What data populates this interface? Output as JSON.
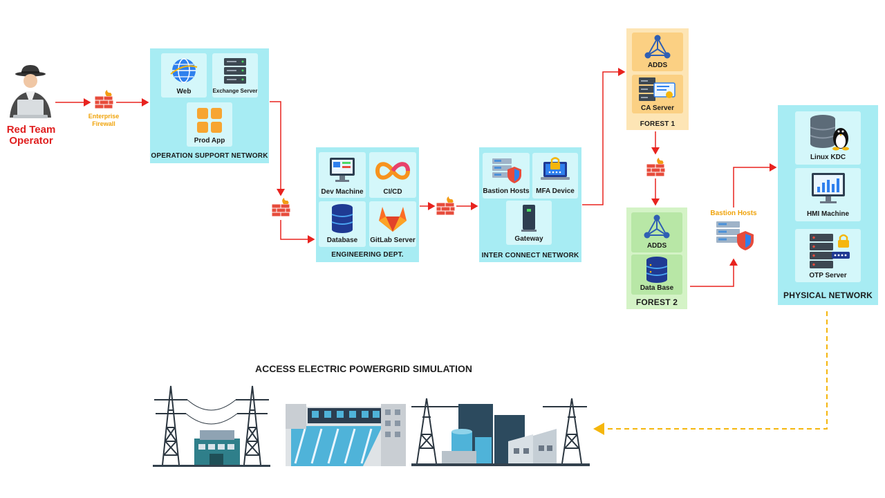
{
  "operator": {
    "label_line1": "Red Team",
    "label_line2": "Operator"
  },
  "enterprise_firewall": {
    "line1": "Enterprise",
    "line2": "Firewall"
  },
  "operation_support": {
    "title": "OPERATION SUPPORT NETWORK",
    "web": "Web",
    "exchange": "Exchange Server",
    "prod": "Prod App"
  },
  "engineering": {
    "title": "ENGINEERING DEPT.",
    "dev": "Dev Machine",
    "cicd": "CI/CD",
    "database": "Database",
    "gitlab": "GitLab Server"
  },
  "interconnect": {
    "title": "INTER CONNECT NETWORK",
    "bastion": "Bastion Hosts",
    "mfa": "MFA Device",
    "gateway": "Gateway"
  },
  "forest1": {
    "title": "FOREST 1",
    "adds": "ADDS",
    "ca": "CA Server"
  },
  "forest2": {
    "title": "FOREST 2",
    "adds": "ADDS",
    "db": "Data Base"
  },
  "bastion_standalone": {
    "label": "Bastion Hosts"
  },
  "physical": {
    "title": "PHYSICAL NETWORK",
    "kdc": "Linux KDC",
    "hmi": "HMI Machine",
    "otp": "OTP Server"
  },
  "powergrid": {
    "title": "ACCESS ELECTRIC POWERGRID SIMULATION"
  },
  "colors": {
    "arrow_red": "#e8231f",
    "arrow_yellow": "#f5b60c",
    "zone_cyan": "#a7ecf3",
    "forest1_bg": "#fde5b5",
    "forest2_bg": "#d4f3c6"
  }
}
